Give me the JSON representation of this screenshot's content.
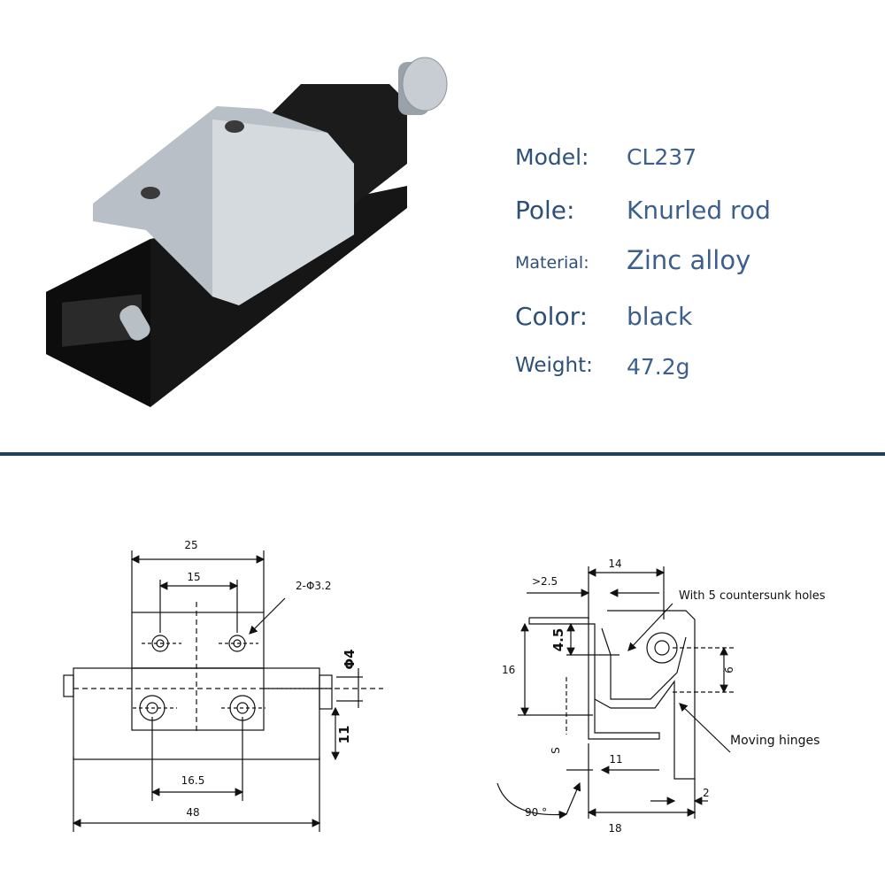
{
  "specs": {
    "model": {
      "label": "Model:",
      "value": "CL237"
    },
    "pole": {
      "label": "Pole:",
      "value": "Knurled rod"
    },
    "material": {
      "label": "Material:",
      "value": "Zinc alloy"
    },
    "color": {
      "label": "Color:",
      "value": "black"
    },
    "weight": {
      "label": "Weight:",
      "value": "47.2g"
    }
  },
  "drawing_left": {
    "dim_25": "25",
    "dim_15": "15",
    "hole_note": "2-Φ3.2",
    "dim_phi4": "Φ4",
    "dim_11": "11",
    "dim_16_5": "16.5",
    "dim_48": "48"
  },
  "drawing_right": {
    "dim_2_5": ">2.5",
    "dim_14": "14",
    "countersunk_note": "With 5 countersunk holes",
    "dim_4_5": "4.5",
    "dim_16": "16",
    "dim_6": "6",
    "moving_note": "Moving hinges",
    "dim_s": "S",
    "dim_11": "11",
    "dim_2": "2",
    "angle": "90 °",
    "dim_18": "18"
  }
}
